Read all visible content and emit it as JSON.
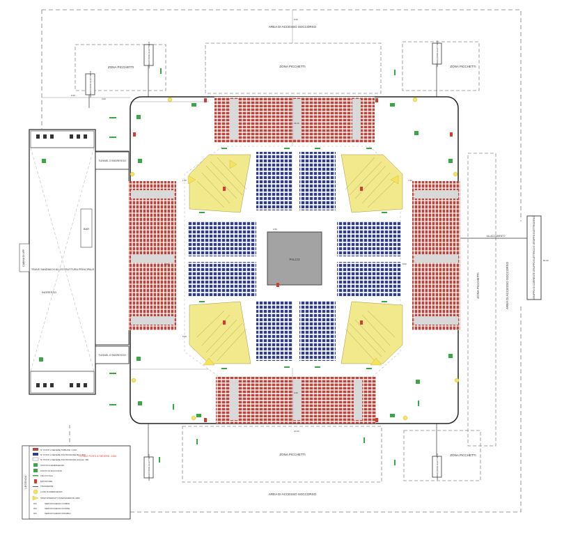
{
  "labels": {
    "area_top": "AREA DI ACCESSO SOCCORSO",
    "area_bottom": "AREA DI ACCESSO SOCCORSO",
    "area_right": "AREA DI ACCESSO SOCCORSO",
    "zone_top_center": "ZONA PICCHETTI",
    "zone_top_left": "ZONA PICCHETTI",
    "zone_top_right": "ZONA PICCHETTI",
    "zone_bottom_center": "ZONA PICCHETTI",
    "zone_bottom_right": "ZONA PICCHETTI",
    "zone_left": "ZONA PICCHETTI",
    "zone_right": "ZONA PICCHETTI",
    "stage": "PALCO",
    "bar": "BAR",
    "tunnel_top": "TUNNEL D'INGRESSO",
    "tunnel_bottom": "TUNNEL D'INGRESSO",
    "ingresso": "INGRESSO",
    "structure": "TRAVE SANDWICH ALLESTRUTTURA PRINCIPALE",
    "cabin": "CABINA DI UFF.",
    "generator": "GENERATORE ELETTRICO",
    "right_box": "GRUPPO DI CORRENTE GRUPPO ELETTRICO E GRUPPO ELETTROGENO",
    "allaccio": "ALLACCIAMENTO"
  },
  "legend": {
    "title": "LEGENDA",
    "items": [
      "N° POSTI A SEDERE TRIBUNE: 1.200",
      "N° POSTI A SEDERE POLTRONCINE BLU: 800",
      "N° POSTI A SEDERE POLTRONCINE GIALLE: 450",
      "USCITA DI EMERGENZA",
      "PUNTO DI RACCOLTA",
      "VIE DI FUGA",
      "ESTINTORE",
      "TRANSENNE",
      "LUCE DI EMERGENZA",
      "SPAZI RISERVATI DIVERSAMENTE ABILI",
      "SERVIZI IGIENICI UOMINI",
      "SERVIZI IGIENICI DONNE",
      "SERVIZI IGIENICI DISABILI"
    ],
    "total_label": "TOTALE POSTI A SEDERE: 2450",
    "abbr": [
      "WC",
      "WC",
      "WC"
    ]
  },
  "dims": [
    "6.00",
    "45.00",
    "3.00",
    "50.00",
    "6.00",
    "2.50",
    "1.50",
    "7.00",
    "6.00",
    "8.00",
    "6.00",
    "10.00",
    "6.00"
  ],
  "colors": {
    "tribune": "#b9463c",
    "blue_seats": "#2f3d8f",
    "yellow_seats": "#f1e98c",
    "stage": "#a3a3a3",
    "exit_green": "#3aa645",
    "extinguisher": "#d83a2e",
    "light": "#f6e25c"
  }
}
